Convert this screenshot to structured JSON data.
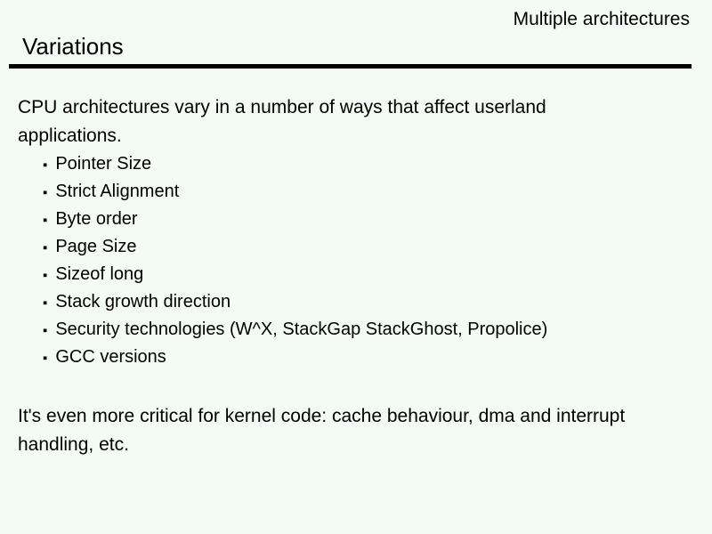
{
  "slide": {
    "bg_color": "#f4faf4",
    "text_color": "#000000",
    "header_right": "Multiple architectures",
    "title": "Variations",
    "intro": "CPU architectures vary in a number of ways that affect userland applications.",
    "bullet_glyph": "▪",
    "bullets": [
      "Pointer Size",
      "Strict Alignment",
      "Byte order",
      "Page Size",
      "Sizeof long",
      "Stack growth direction",
      "Security technologies (W^X, StackGap StackGhost, Propolice)",
      "GCC versions"
    ],
    "outro": "It's even more critical for kernel code: cache behaviour, dma and interrupt handling, etc."
  }
}
